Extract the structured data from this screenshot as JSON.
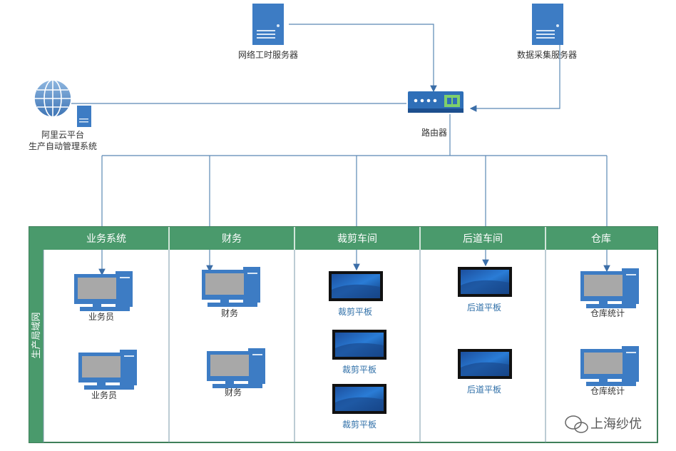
{
  "nodes": {
    "server_left": "网络工时服务器",
    "server_right": "数据采集服务器",
    "router": "路由器",
    "cloud_line1": "阿里云平台",
    "cloud_line2": "生产自动管理系统"
  },
  "side_label": "生产局域网",
  "columns": [
    {
      "header": "业务系统",
      "items": [
        "业务员",
        "业务员"
      ]
    },
    {
      "header": "财务",
      "items": [
        "财务",
        "财务"
      ]
    },
    {
      "header": "裁剪车间",
      "items": [
        "裁剪平板",
        "裁剪平板",
        "裁剪平板"
      ]
    },
    {
      "header": "后道车间",
      "items": [
        "后道平板",
        "后道平板"
      ]
    },
    {
      "header": "仓库",
      "items": [
        "仓库统计",
        "仓库统计"
      ]
    }
  ],
  "watermark": "上海纱优",
  "colors": {
    "header_fill": "#4a9a6c",
    "header_fill_light": "#5aab7b",
    "frame": "#3f7f5a",
    "line": "#6b96b5",
    "arrow_line": "#2f62a8",
    "device_blue": "#3d7cc4"
  }
}
